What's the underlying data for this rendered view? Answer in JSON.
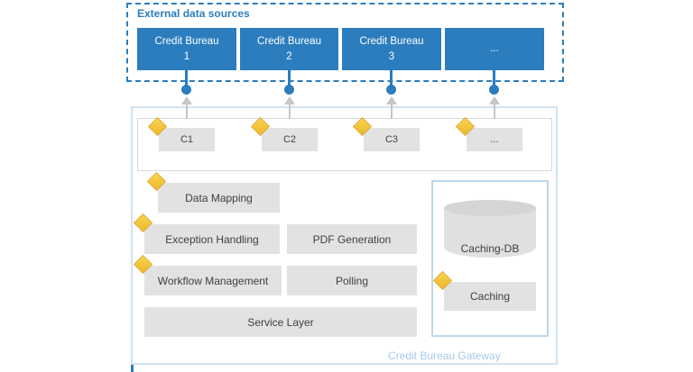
{
  "external": {
    "label": "External data sources",
    "bureaus": [
      {
        "label": "Credit Bureau 1"
      },
      {
        "label": "Credit Bureau 2"
      },
      {
        "label": "Credit Bureau 3"
      },
      {
        "label": "..."
      }
    ]
  },
  "gateway": {
    "label": "Credit Bureau Gateway",
    "connectors": [
      {
        "label": "C1"
      },
      {
        "label": "C2"
      },
      {
        "label": "C3"
      },
      {
        "label": "..."
      }
    ],
    "components": [
      {
        "label": "Data Mapping",
        "has_icon": true
      },
      {
        "label": "Exception Handling",
        "has_icon": true
      },
      {
        "label": "PDF Generation",
        "has_icon": false
      },
      {
        "label": "Workflow Management",
        "has_icon": true
      },
      {
        "label": "Polling",
        "has_icon": false
      },
      {
        "label": "Service Layer",
        "has_icon": false
      }
    ],
    "caching_panel": {
      "db_label": "Caching-DB",
      "caching_label": "Caching"
    }
  },
  "colors": {
    "accent_blue": "#2b7dbe",
    "gateway_border": "#cfe3f2",
    "gateway_label_blue": "#a6c9e8",
    "component_gray": "#e2e2e2",
    "diamond_yellow": "#f2c22e",
    "arrow_gray": "#c6c6c6"
  }
}
